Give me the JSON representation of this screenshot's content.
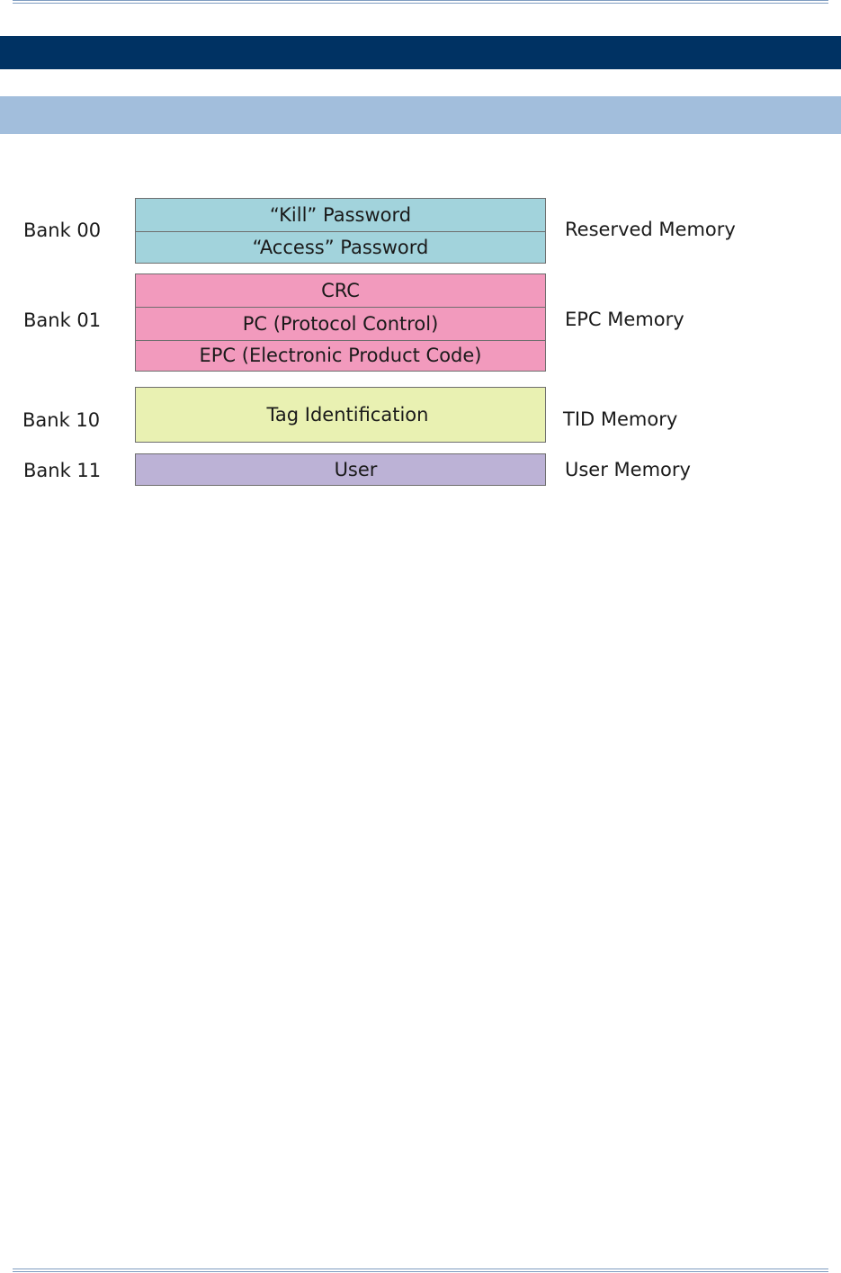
{
  "colors": {
    "header_band": "#003263",
    "subheader_band": "#a2bedc",
    "reserved_fill": "#a2d3dc",
    "epc_fill": "#f29abd",
    "tid_fill": "#e9f1b2",
    "user_fill": "#bcb2d6"
  },
  "diagram": {
    "banks": [
      {
        "bank_label": "Bank 00",
        "memory_label": "Reserved Memory",
        "cells": [
          "“Kill” Password",
          "“Access” Password"
        ]
      },
      {
        "bank_label": "Bank 01",
        "memory_label": "EPC Memory",
        "cells": [
          "CRC",
          "PC (Protocol Control)",
          "EPC (Electronic Product Code)"
        ]
      },
      {
        "bank_label": "Bank 10",
        "memory_label": "TID Memory",
        "cells": [
          "Tag Identification"
        ]
      },
      {
        "bank_label": "Bank 11",
        "memory_label": "User Memory",
        "cells": [
          "User"
        ]
      }
    ]
  }
}
